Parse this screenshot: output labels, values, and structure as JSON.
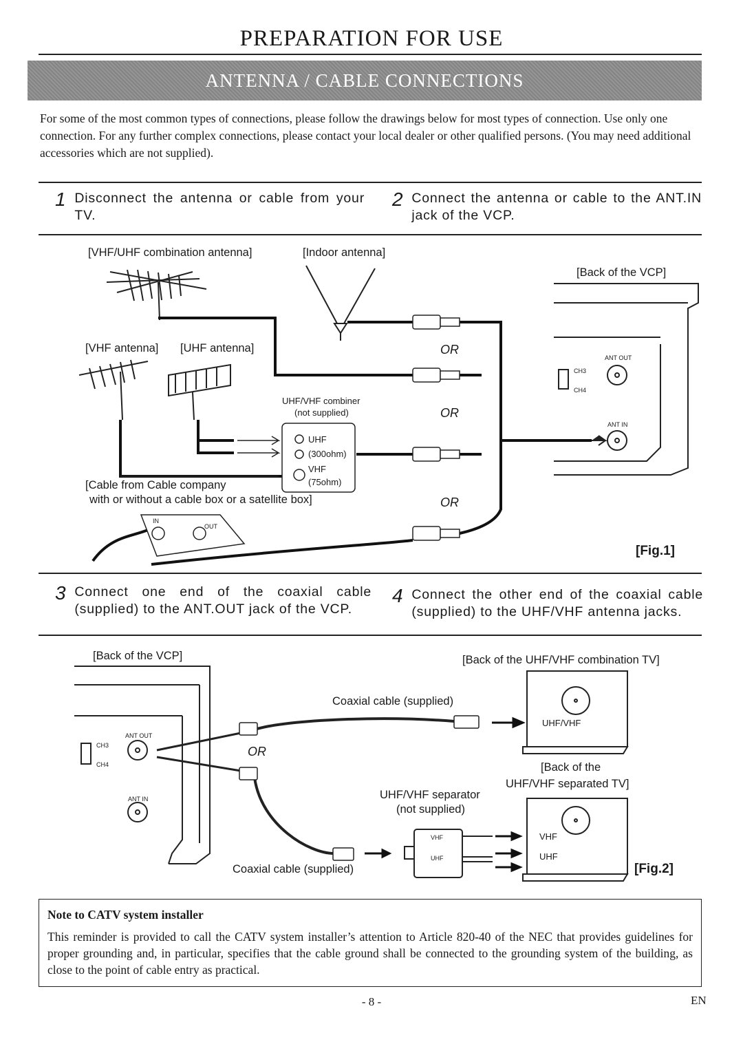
{
  "header": {
    "title": "PREPARATION FOR USE",
    "section": "ANTENNA / CABLE CONNECTIONS"
  },
  "intro": "For some of the most common types of connections, please follow the drawings below for most types of connection. Use only one connection. For any further complex connections, please contact your local dealer or other qualified persons. (You may need additional accessories which are not supplied).",
  "steps": [
    {
      "num": "1",
      "text": "Disconnect the antenna or cable from your TV."
    },
    {
      "num": "2",
      "text": "Connect the antenna or cable to the ANT.IN jack of the VCP."
    },
    {
      "num": "3",
      "text": "Connect one end of the coaxial cable (supplied) to the ANT.OUT jack of the VCP."
    },
    {
      "num": "4",
      "text": "Connect the other end of the coaxial cable (supplied) to the UHF/VHF antenna jacks."
    }
  ],
  "fig1": {
    "vhf_uhf_combo_antenna": "[VHF/UHF combination antenna]",
    "indoor_antenna": "[Indoor antenna]",
    "vhf_antenna": "[VHF antenna]",
    "uhf_antenna": "[UHF antenna]",
    "combiner_line1": "UHF/VHF combiner",
    "combiner_line2": "(not supplied)",
    "uhf": "UHF",
    "ohm300": "(300ohm)",
    "vhf": "VHF",
    "ohm75": "(75ohm)",
    "cable_line1": "[Cable from Cable company",
    "cable_line2": "with or without a cable box or a satellite box]",
    "box_in": "IN",
    "box_out": "OUT",
    "or_label": "OR",
    "back_of_vcp": "[Back of the VCP]",
    "ant_out": "ANT OUT",
    "ant_in": "ANT IN",
    "ch3": "CH3",
    "ch4": "CH4",
    "caption": "[Fig.1]"
  },
  "fig2": {
    "back_of_vcp": "[Back of the VCP]",
    "ant_out": "ANT OUT",
    "ant_in": "ANT IN",
    "ch3": "CH3",
    "ch4": "CH4",
    "or_label": "OR",
    "coax_supplied_top": "Coaxial cable (supplied)",
    "coax_supplied_bottom": "Coaxial cable (supplied)",
    "combo_tv": "[Back of the UHF/VHF combination TV]",
    "uhf_vhf_jack": "UHF/VHF",
    "separated_tv_line1": "[Back of the",
    "separated_tv_line2": "UHF/VHF separated TV]",
    "separator_line1": "UHF/VHF separator",
    "separator_line2": "(not supplied)",
    "sep_vhf": "VHF",
    "sep_uhf": "UHF",
    "tv_vhf": "VHF",
    "tv_uhf": "UHF",
    "caption": "[Fig.2]"
  },
  "note": {
    "title": "Note to CATV system installer",
    "text": "This reminder is provided to call the CATV system installer’s attention to Article 820-40 of the NEC that provides guidelines for proper grounding and, in particular, specifies that the cable ground shall be connected to the grounding system of the building, as close to the point of cable entry as practical."
  },
  "footer": {
    "page_number": "- 8 -",
    "lang": "EN"
  }
}
